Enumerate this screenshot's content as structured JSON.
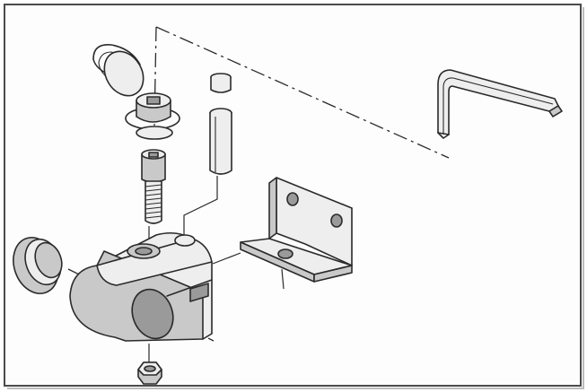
{
  "diagram": {
    "type": "exploded-assembly-drawing",
    "parts": [
      {
        "id": "hex-key"
      },
      {
        "id": "cap-with-lanyard"
      },
      {
        "id": "socket-head-screw"
      },
      {
        "id": "pin-with-cap"
      },
      {
        "id": "clamp-block"
      },
      {
        "id": "threaded-plug"
      },
      {
        "id": "l-bracket"
      },
      {
        "id": "hex-nut"
      }
    ]
  },
  "colors": {
    "outline": "#2a2a2a",
    "shade_light": "#eeeeee",
    "shade_mid": "#c9c9c9",
    "shade_dark": "#9a9a9a",
    "frame": "#4a4a4a"
  }
}
